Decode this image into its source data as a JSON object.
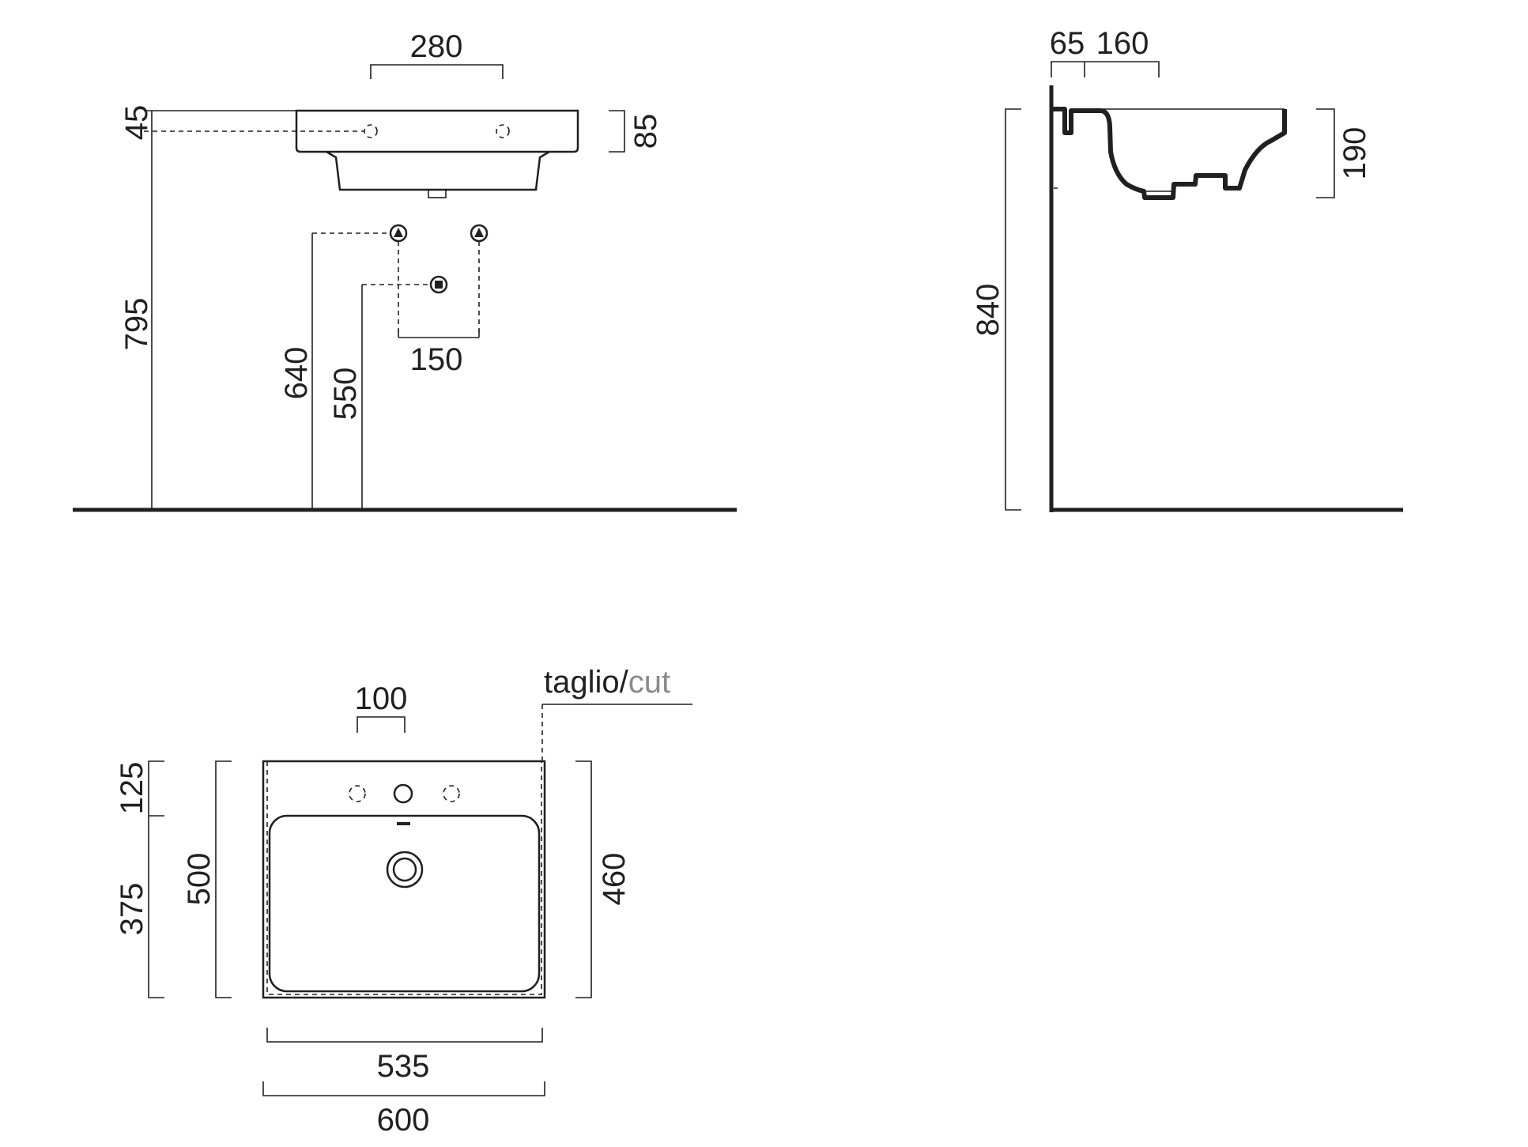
{
  "front_view": {
    "dims": {
      "faucet_spacing": "280",
      "top_offset": "45",
      "rim_height": "85",
      "rim_floor_height": "795",
      "supply_height": "640",
      "waste_height": "550",
      "supply_spacing": "150"
    }
  },
  "side_view": {
    "dims": {
      "wall_offset": "65",
      "hole_offset": "160",
      "basin_depth": "190",
      "total_height": "840"
    }
  },
  "plan_view": {
    "cut_label": "taglio/",
    "cut_label_en": "cut",
    "dims": {
      "hole_spacing": "100",
      "deck_depth": "125",
      "bowl_depth": "375",
      "total_depth": "500",
      "cut_depth": "460",
      "cut_width": "535",
      "total_width": "600"
    }
  },
  "colors": {
    "line": "#231f20",
    "cut_label_en": "#8a8a8a"
  }
}
